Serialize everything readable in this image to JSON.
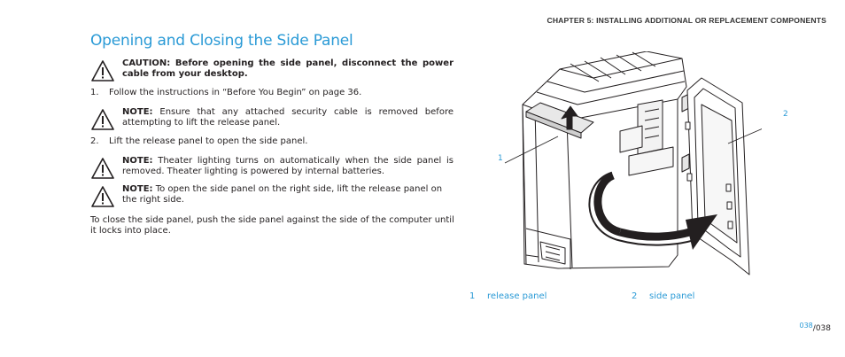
{
  "header": {
    "chapter": "CHAPTER 5: INSTALLING ADDITIONAL OR REPLACEMENT COMPONENTS"
  },
  "section": {
    "title": "Opening and Closing the Side Panel"
  },
  "caution": {
    "text": "CAUTION: Before opening the side panel, disconnect the power cable from your desktop."
  },
  "step1": {
    "num": "1.",
    "text": "Follow the instructions in “Before You Begin” on page 36."
  },
  "note1": {
    "label": "NOTE:",
    "text": " Ensure that any attached security cable is removed before attempting to lift the release panel."
  },
  "step2": {
    "num": "2.",
    "text": "Lift the release panel to open the side panel."
  },
  "note2": {
    "label": "NOTE:",
    "text": " Theater lighting turns on automatically when the side panel is removed. Theater lighting is powered by internal batteries."
  },
  "note3": {
    "label": "NOTE:",
    "text": " To open the side panel on the right side, lift the release panel on the right side."
  },
  "closing": {
    "text": "To close the side panel, push the side panel against the side of the computer until it locks into place."
  },
  "figure": {
    "callout1": "1",
    "callout2": "2",
    "legend": [
      {
        "num": "1",
        "label": "release panel"
      },
      {
        "num": "2",
        "label": "side panel"
      }
    ]
  },
  "footer": {
    "current": "038",
    "separator": "/",
    "total": "038"
  },
  "colors": {
    "accent": "#2a9ad6",
    "text": "#231f20"
  }
}
